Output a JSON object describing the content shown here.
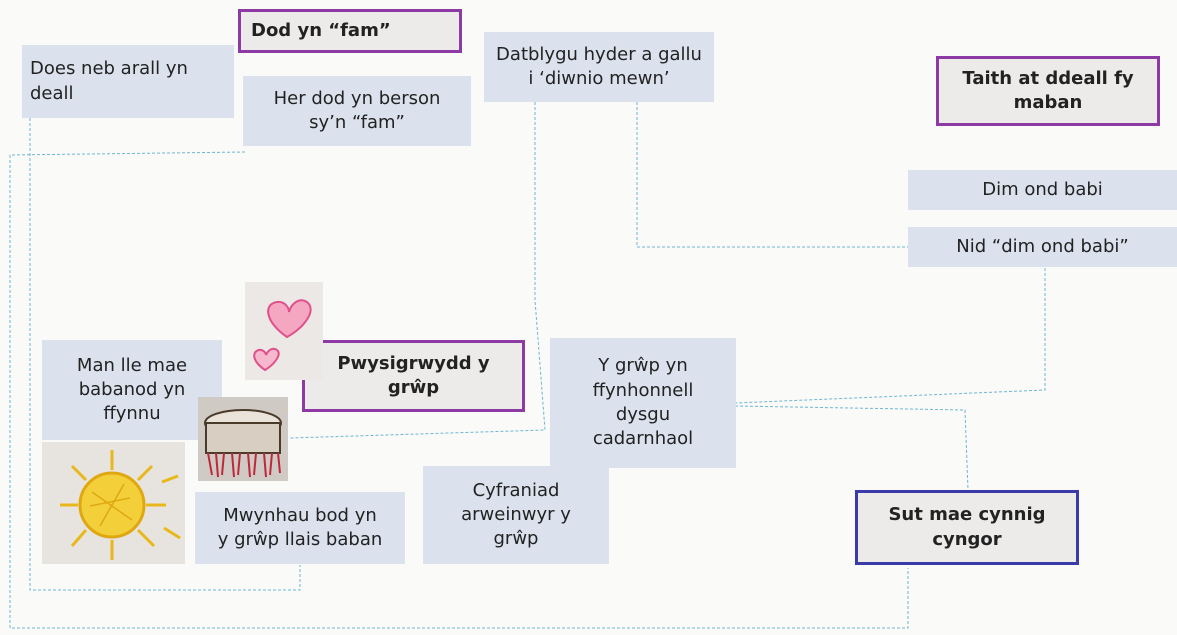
{
  "themes": {
    "dod_yn_fam": "Dod yn “fam”",
    "taith": "Taith at ddeall fy\nmaban",
    "pwysigrwydd": "Pwysigrwydd y\ngrŵp",
    "sut_mae": "Sut mae cynnig\ncyngor"
  },
  "notes": {
    "does_neb": "Does neb arall yn\ndeall",
    "her_dod": "Her dod yn berson\nsy’n “fam”",
    "datblygu": "Datblygu hyder a gallu\ni ‘diwnio mewn’",
    "dim_ond": "Dim ond babi",
    "nid_dim": "Nid “dim ond babi”",
    "man_lle": "Man lle mae\nbabanod yn\nffynnu",
    "y_grwp": "Y grŵp yn\nffynhonnell\ndysgu\ncadarnhaol",
    "cyfraniad": "Cyfraniad\narweinwyr y\ngrŵp",
    "mwynhau": "Mwynhau bod yn\ny grŵp llais baban"
  },
  "drawings": {
    "hearts": "pink-hearts-drawing",
    "cake": "cake-drawing",
    "sun": "yellow-sun-drawing"
  },
  "colors": {
    "note_fill": "#dbe2ee",
    "theme_fill": "#ecebe9",
    "theme_border_purple": "#8e3aa4",
    "theme_border_blue": "#3a3aa8",
    "connector": "#6fb6d2"
  }
}
